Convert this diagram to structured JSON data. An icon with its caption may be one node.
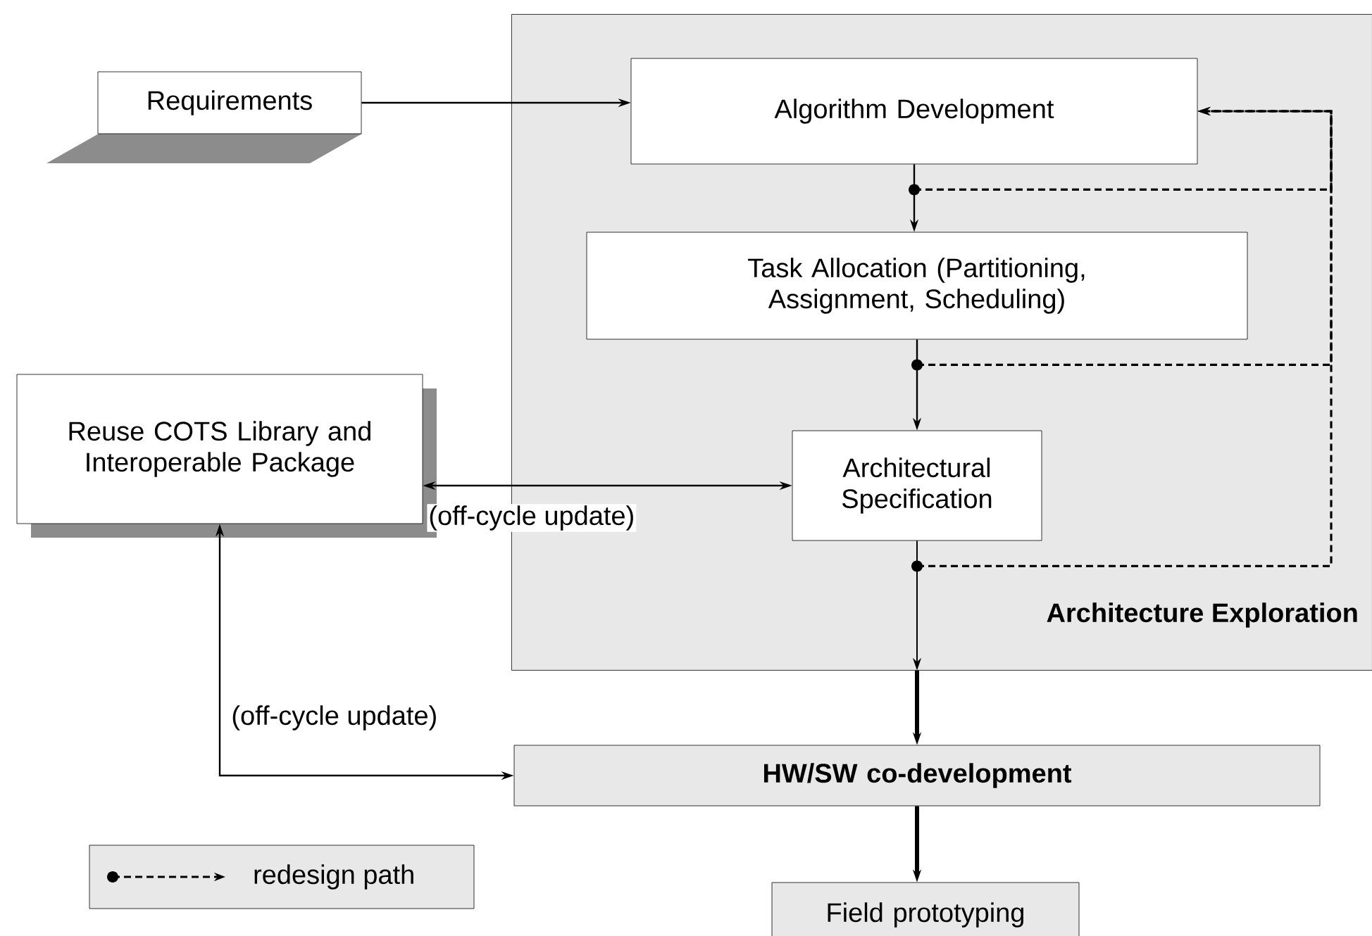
{
  "diagram": {
    "nodes": [
      {
        "text": [
          "Architecture Exploration"
        ]
      },
      {
        "text": [
          "Requirements"
        ]
      },
      {
        "text": [
          "Algorithm Development"
        ],
        "in": 0
      },
      {
        "text": [
          "Task Allocation (Partitioning, Assignment, Scheduling)"
        ],
        "in": 0
      },
      {
        "text": [
          "Architectural Specification"
        ],
        "in": 0
      },
      {
        "text": [
          "Reuse COTS Library and Interoperable Package"
        ]
      },
      {
        "text": [
          "HW/SW co-development"
        ]
      },
      {
        "text": [
          "Field prototyping"
        ]
      }
    ],
    "edges": [
      {
        "from": 1,
        "to": 2,
        "arrow": "to"
      },
      {
        "from": 2,
        "to": 3,
        "arrow": "to"
      },
      {
        "from": 3,
        "to": 4,
        "arrow": "to"
      },
      {
        "from": 4,
        "to": 5,
        "arrow": "both",
        "label": "(off-cycle update)"
      },
      {
        "from": 4,
        "to": 0,
        "arrow": "to"
      },
      {
        "from": 0,
        "to": 6,
        "arrow": "to",
        "style": "thick"
      },
      {
        "from": 6,
        "to": 5,
        "arrow": "both",
        "label": "(off-cycle update)"
      },
      {
        "from": 6,
        "to": 7,
        "arrow": "to",
        "style": "thick"
      },
      {
        "from": 2,
        "to": 2,
        "arrow": "to",
        "style": "dashed"
      },
      {
        "from": 3,
        "to": 2,
        "arrow": "to",
        "style": "dashed"
      },
      {
        "from": 4,
        "to": 2,
        "arrow": "to",
        "style": "dashed"
      }
    ],
    "legend": [
      {
        "text": "redesign path"
      }
    ]
  }
}
